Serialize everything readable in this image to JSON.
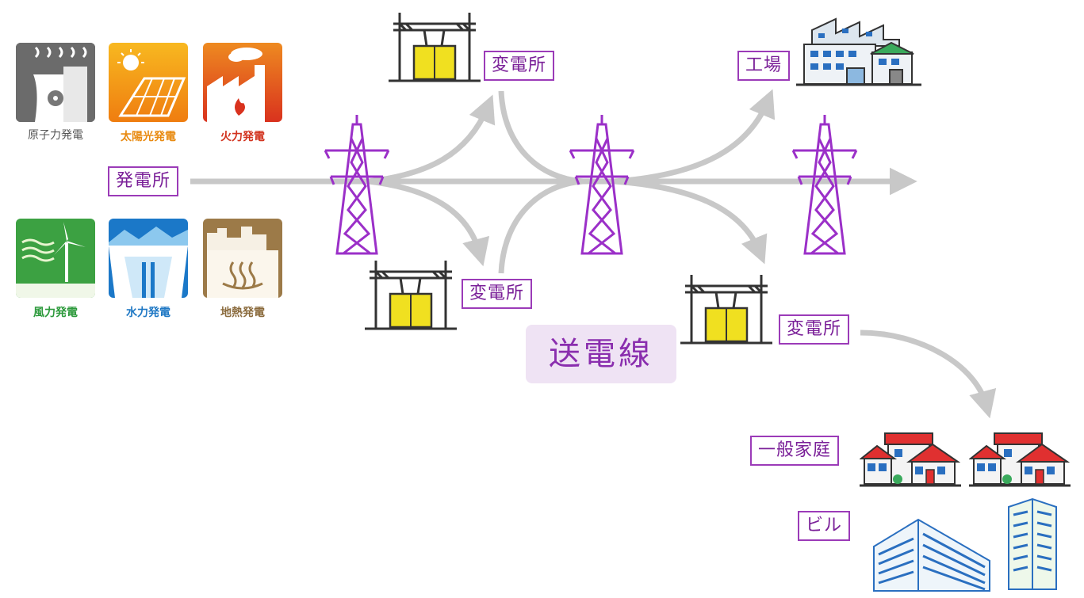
{
  "plants": [
    {
      "label": "原子力発電",
      "color": "#555555",
      "icon": "nuclear-plant-icon"
    },
    {
      "label": "太陽光発電",
      "color": "#e88a10",
      "icon": "solar-panel-icon"
    },
    {
      "label": "火力発電",
      "color": "#d2321e",
      "icon": "thermal-plant-icon"
    },
    {
      "label": "風力発電",
      "color": "#2d9a3c",
      "icon": "wind-turbine-icon"
    },
    {
      "label": "水力発電",
      "color": "#1f78c4",
      "icon": "hydro-dam-icon"
    },
    {
      "label": "地熱発電",
      "color": "#8a6a3c",
      "icon": "geothermal-icon"
    }
  ],
  "labels": {
    "power_plant": "発電所",
    "substation_top": "変電所",
    "substation_bottom": "変電所",
    "substation_right": "変電所",
    "factory": "工場",
    "homes": "一般家庭",
    "buildings": "ビル",
    "transmission_line": "送電線"
  },
  "colors": {
    "accent": "#9b3bb8",
    "tower": "#9b30c8",
    "arrow": "#c8c8c8",
    "transformer": "#f0e020"
  }
}
